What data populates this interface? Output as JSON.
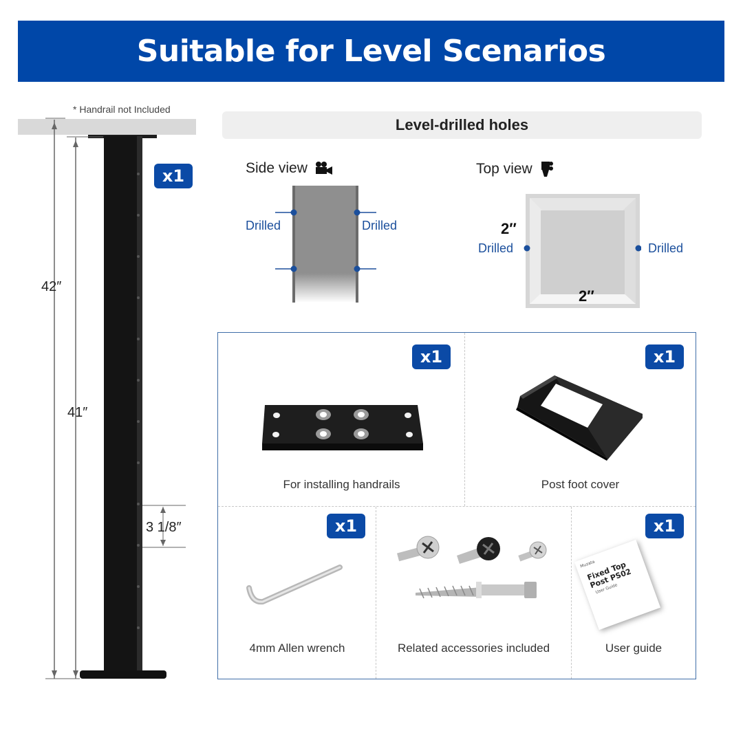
{
  "banner": {
    "title": "Suitable for Level Scenarios"
  },
  "post": {
    "note": "* Handrail not Included",
    "badge": "x1",
    "dims": {
      "total": "42″",
      "post": "41″",
      "spacing": "3 1/8″"
    }
  },
  "holes": {
    "title": "Level-drilled holes",
    "side_view": {
      "title": "Side view",
      "icon": "video-camera-icon",
      "labels": [
        "Drilled",
        "Drilled"
      ]
    },
    "top_view": {
      "title": "Top view",
      "icon": "camera-top-icon",
      "labels": [
        "Drilled",
        "Drilled"
      ],
      "width": "2″",
      "height": "2″"
    }
  },
  "package": {
    "items": [
      {
        "badge": "x1",
        "label": "For installing handrails",
        "icon": "mounting-plate-icon"
      },
      {
        "badge": "x1",
        "label": "Post foot cover",
        "icon": "foot-cover-icon"
      },
      {
        "badge": "x1",
        "label": "4mm Allen wrench",
        "icon": "allen-wrench-icon"
      },
      {
        "badge": "",
        "label": "Related accessories included",
        "icon": "screws-icon"
      },
      {
        "badge": "x1",
        "label": "User guide",
        "icon": "user-guide-icon"
      }
    ],
    "guide_cover": {
      "brand": "Muzata",
      "title_line1": "Fixed Top",
      "title_line2": "Post PS02",
      "subtitle": "User Guide"
    }
  },
  "colors": {
    "brand_blue": "#0047a8",
    "badge_blue": "#0b4aa6",
    "label_blue": "#1b4f9c"
  }
}
